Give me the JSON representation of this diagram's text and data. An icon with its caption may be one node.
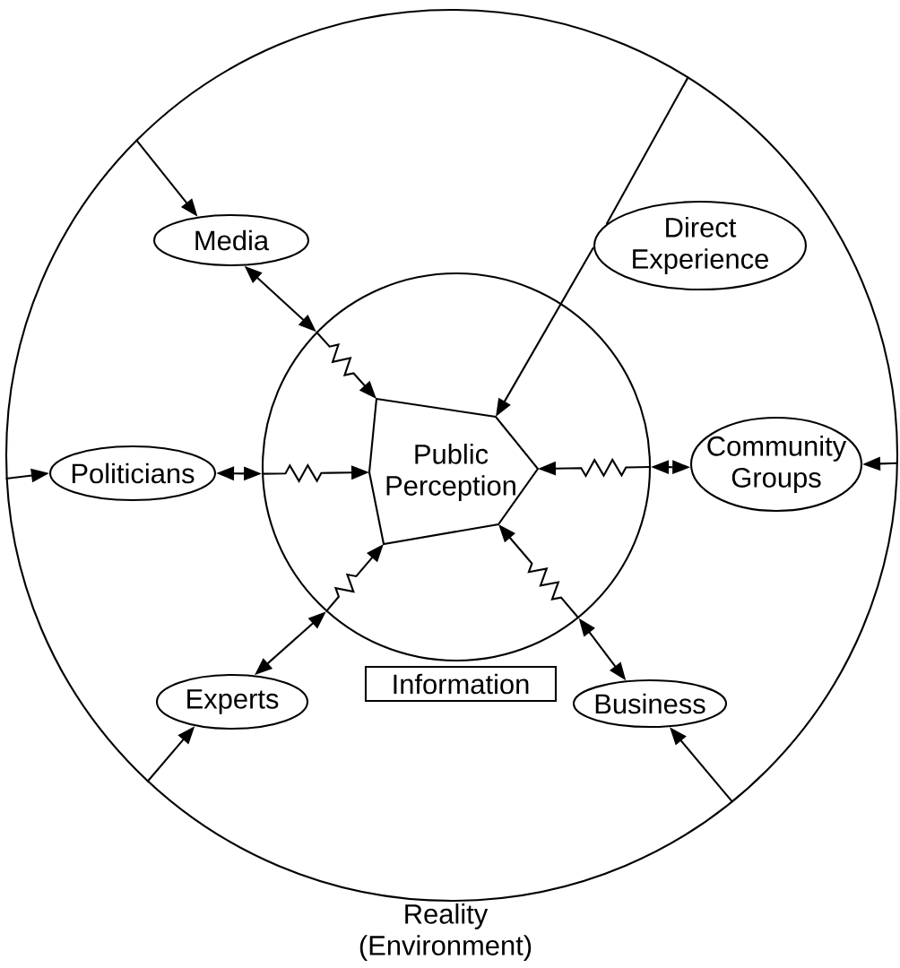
{
  "diagram": {
    "nodes": [
      {
        "text": [
          "Reality (Environment)"
        ]
      },
      {
        "text": [],
        "shape": "circle",
        "in": 0
      },
      {
        "text": [
          "Public Perception"
        ],
        "in": 1
      },
      {
        "text": [
          "Media"
        ],
        "in": 0
      },
      {
        "text": [
          "Direct Experience"
        ],
        "in": 0
      },
      {
        "text": [
          "Politicians"
        ],
        "in": 0
      },
      {
        "text": [
          "Community Groups"
        ],
        "in": 0
      },
      {
        "text": [
          "Experts"
        ],
        "in": 0
      },
      {
        "text": [
          "Information"
        ],
        "in": 0
      },
      {
        "text": [
          "Business"
        ],
        "in": 0
      }
    ],
    "edges": [
      {
        "from": 0,
        "to": 3,
        "arrow": "to"
      },
      {
        "from": 3,
        "to": 1,
        "arrow": "both"
      },
      {
        "from": 1,
        "to": 2,
        "arrow": "to"
      },
      {
        "from": 0,
        "to": 4,
        "arrow": "none"
      },
      {
        "from": 4,
        "to": 2,
        "arrow": "to"
      },
      {
        "from": 0,
        "to": 5,
        "arrow": "to"
      },
      {
        "from": 5,
        "to": 1,
        "arrow": "both"
      },
      {
        "from": 1,
        "to": 2,
        "arrow": "to"
      },
      {
        "from": 0,
        "to": 6,
        "arrow": "to"
      },
      {
        "from": 6,
        "to": 1,
        "arrow": "both"
      },
      {
        "from": 1,
        "to": 2,
        "arrow": "to"
      },
      {
        "from": 0,
        "to": 7,
        "arrow": "to"
      },
      {
        "from": 7,
        "to": 1,
        "arrow": "both"
      },
      {
        "from": 1,
        "to": 2,
        "arrow": "to"
      },
      {
        "from": 0,
        "to": 9,
        "arrow": "to"
      },
      {
        "from": 9,
        "to": 1,
        "arrow": "both"
      },
      {
        "from": 1,
        "to": 2,
        "arrow": "to"
      }
    ]
  }
}
